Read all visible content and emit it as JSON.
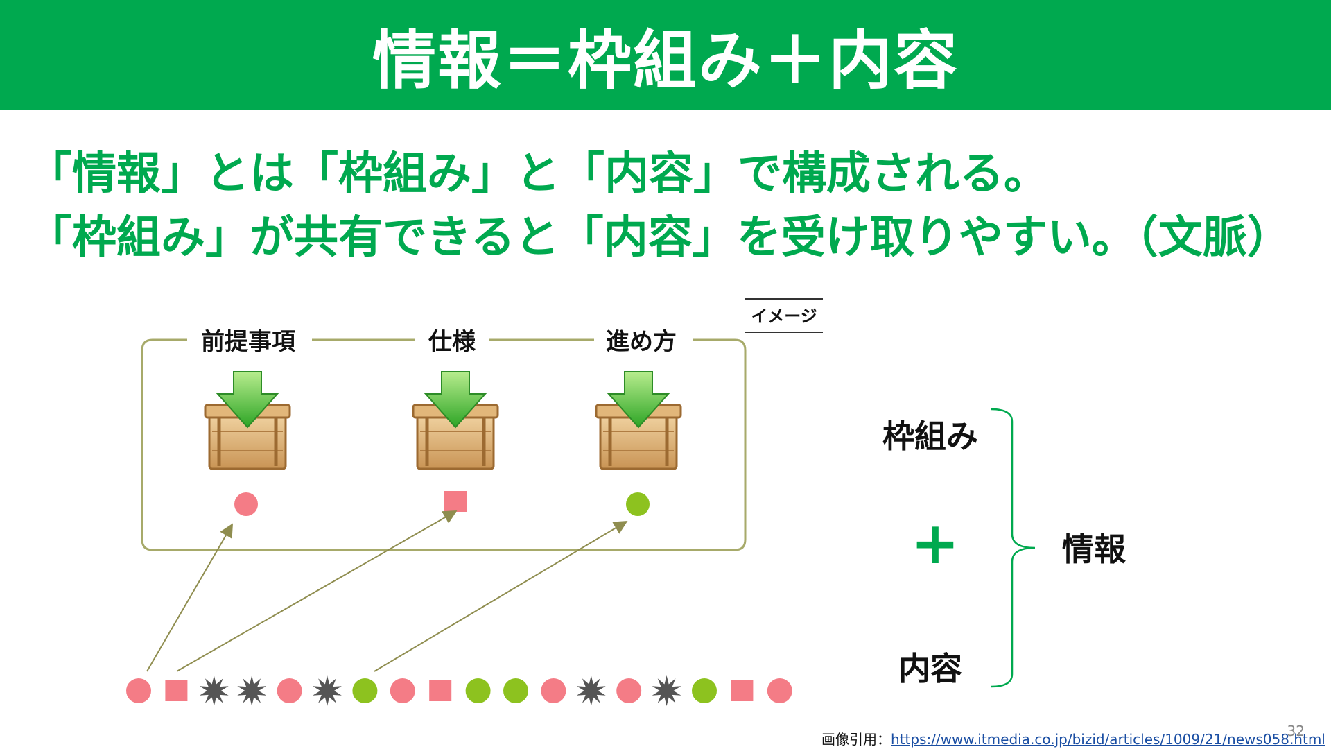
{
  "slide": {
    "title": "情報＝枠組み＋内容",
    "lead_line1": "「情報」とは「枠組み」と「内容」で構成される。",
    "lead_line2": "「枠組み」が共有できると「内容」を受け取りやすい。（文脈）",
    "page_number": "32"
  },
  "image_tag": "イメージ",
  "frame": {
    "items": [
      {
        "label": "前提事項",
        "token": "circle-pink"
      },
      {
        "label": "仕様",
        "token": "square-pink"
      },
      {
        "label": "進め方",
        "token": "circle-green"
      }
    ]
  },
  "stream": {
    "tokens": [
      "circle-pink",
      "square-pink",
      "burst-gray",
      "burst-gray",
      "circle-pink",
      "burst-gray",
      "circle-green",
      "circle-pink",
      "square-pink",
      "circle-green",
      "circle-green",
      "circle-pink",
      "burst-gray",
      "circle-pink",
      "burst-gray",
      "circle-green",
      "square-pink",
      "circle-pink"
    ]
  },
  "equation": {
    "framework": "枠組み",
    "plus": "+",
    "content": "内容",
    "result": "情報"
  },
  "citation": {
    "prefix": "画像引用：",
    "url": "https://www.itmedia.co.jp/bizid/articles/1009/21/news058.html"
  },
  "colors": {
    "brand_green": "#00a94f",
    "token_pink": "#f47c86",
    "token_green": "#8dc21f",
    "burst_gray": "#555555",
    "frame_olive": "#a7aa6a"
  }
}
